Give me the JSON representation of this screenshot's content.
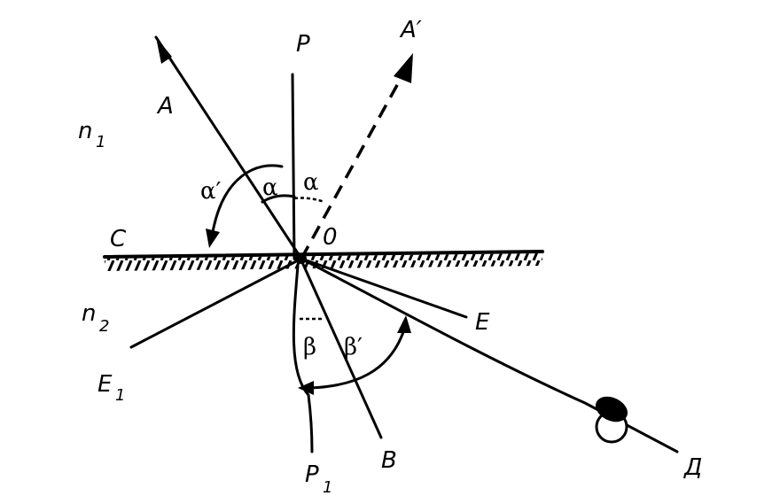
{
  "labels": {
    "P": "P",
    "A_prime": "A′",
    "A": "A",
    "n1_base": "n",
    "n1_sub": "1",
    "alpha_prime": "α′",
    "alpha_left": "α",
    "alpha_right": "α",
    "C": "C",
    "O": "0",
    "n2_base": "n",
    "n2_sub": "2",
    "E": "E",
    "E1_base": "E",
    "E1_sub": "1",
    "beta": "β",
    "beta_prime": "β′",
    "B": "B",
    "P1_base": "P",
    "P1_sub": "1",
    "D": "Д"
  }
}
